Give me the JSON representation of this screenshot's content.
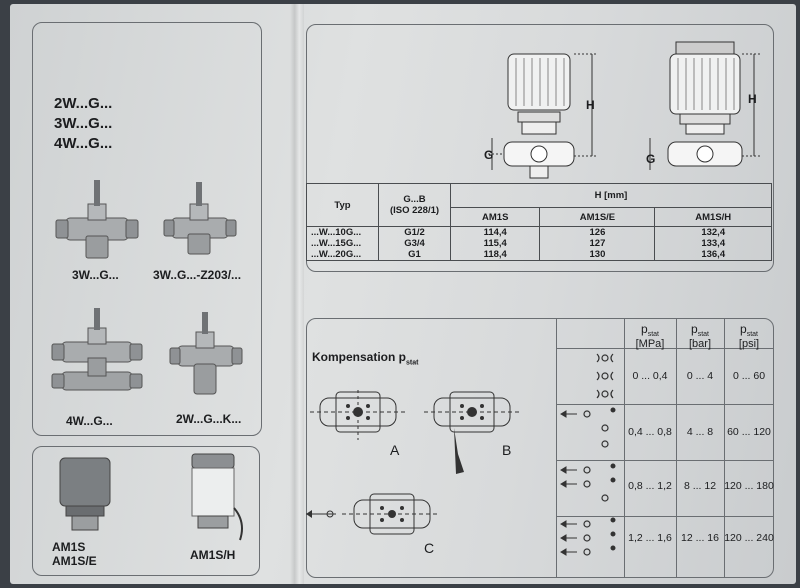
{
  "products": {
    "models": [
      "2W...G...",
      "3W...G...",
      "4W...G..."
    ],
    "captions": {
      "valve_3w": "3W...G...",
      "valve_3w_z203": "3W..G...-Z203/...",
      "valve_4w": "4W...G...",
      "valve_2w_k": "2W...G...K..."
    }
  },
  "actuators": {
    "left_lines": [
      "AM1S",
      "AM1S/E"
    ],
    "right": "AM1S/H"
  },
  "dimensions": {
    "drawing_labels": {
      "height": "H",
      "connection": "G"
    },
    "header": {
      "type": "Typ",
      "gb_line1": "G...B",
      "gb_line2": "(ISO 228/1)",
      "h_mm": "H [mm]"
    },
    "subheaders": [
      "AM1S",
      "AM1S/E",
      "AM1S/H"
    ],
    "rows": [
      {
        "type": "...W...10G...",
        "gb": "G1/2",
        "am1s": "114,4",
        "am1se": "126",
        "am1sh": "132,4"
      },
      {
        "type": "...W...15G...",
        "gb": "G3/4",
        "am1s": "115,4",
        "am1se": "127",
        "am1sh": "133,4"
      },
      {
        "type": "...W...20G...",
        "gb": "G1",
        "am1s": "118,4",
        "am1se": "130",
        "am1sh": "136,4"
      }
    ]
  },
  "compensation": {
    "title": "Kompensation p",
    "title_sub": "stat",
    "figure_labels": [
      "A",
      "B",
      "C"
    ],
    "columns": [
      {
        "p": "p",
        "sub": "stat",
        "unit": "[MPa]"
      },
      {
        "p": "p",
        "sub": "stat",
        "unit": "[bar]"
      },
      {
        "p": "p",
        "sub": "stat",
        "unit": "[psi]"
      }
    ],
    "rows": [
      {
        "mpa": "0 ... 0,4",
        "bar": "0 ... 4",
        "psi": "0 ... 60"
      },
      {
        "mpa": "0,4 ... 0,8",
        "bar": "4 ... 8",
        "psi": "60 ... 120"
      },
      {
        "mpa": "0,8 ... 1,2",
        "bar": "8 ... 12",
        "psi": "120 ... 180"
      },
      {
        "mpa": "1,2 ... 1,6",
        "bar": "12 ... 16",
        "psi": "120 ... 240"
      }
    ]
  },
  "colors": {
    "paper": "#d9dbdc",
    "ink": "#1c1d1f",
    "line": "#6a6e72",
    "background": "#3b4046"
  }
}
